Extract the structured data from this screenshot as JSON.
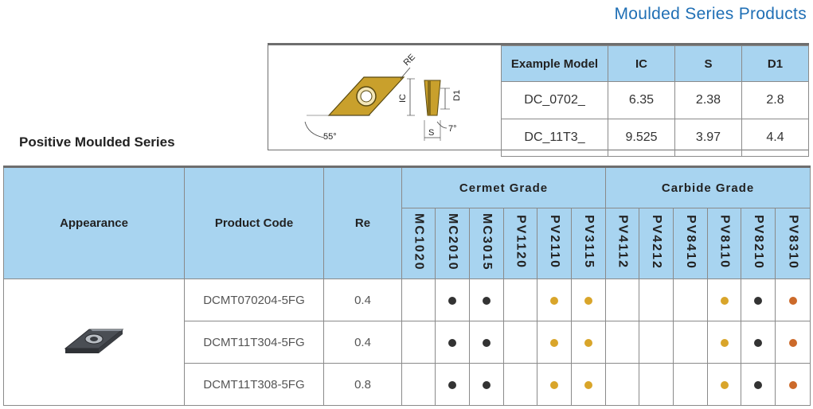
{
  "header": {
    "series_title": "Moulded Series Products"
  },
  "section_label": "Positive Moulded Series",
  "diagram": {
    "labels": {
      "re": "RE",
      "ic": "IC",
      "d1": "D1",
      "s": "S",
      "angle1": "55°",
      "angle2": "7°"
    }
  },
  "spec_table": {
    "headers": [
      "Example Model",
      "IC",
      "S",
      "D1"
    ],
    "rows": [
      [
        "DC_0702_",
        "6.35",
        "2.38",
        "2.8"
      ],
      [
        "DC_11T3_",
        "9.525",
        "3.97",
        "4.4"
      ]
    ]
  },
  "main_table": {
    "headers": {
      "appearance": "Appearance",
      "product_code": "Product Code",
      "re": "Re",
      "cermet": "Cermet Grade",
      "carbide": "Carbide Grade"
    },
    "grades": [
      "MC1020",
      "MC2010",
      "MC3015",
      "PV1120",
      "PV2110",
      "PV3115",
      "PV4112",
      "PV4212",
      "PV8410",
      "PV8110",
      "PV8210",
      "PV8310"
    ],
    "rows": [
      {
        "code": "DCMT070204-5FG",
        "re": "0.4",
        "marks": [
          "",
          "black",
          "black",
          "",
          "gold",
          "gold",
          "",
          "",
          "",
          "gold",
          "black",
          "orange"
        ]
      },
      {
        "code": "DCMT11T304-5FG",
        "re": "0.4",
        "marks": [
          "",
          "black",
          "black",
          "",
          "gold",
          "gold",
          "",
          "",
          "",
          "gold",
          "black",
          "orange"
        ]
      },
      {
        "code": "DCMT11T308-5FG",
        "re": "0.8",
        "marks": [
          "",
          "black",
          "black",
          "",
          "gold",
          "gold",
          "",
          "",
          "",
          "gold",
          "black",
          "orange"
        ]
      }
    ]
  },
  "colors": {
    "accent": "#1f6fb5",
    "header_bg": "#a8d4f0",
    "black": "#333333",
    "gold": "#d9a52a",
    "orange": "#cc6a2a"
  }
}
